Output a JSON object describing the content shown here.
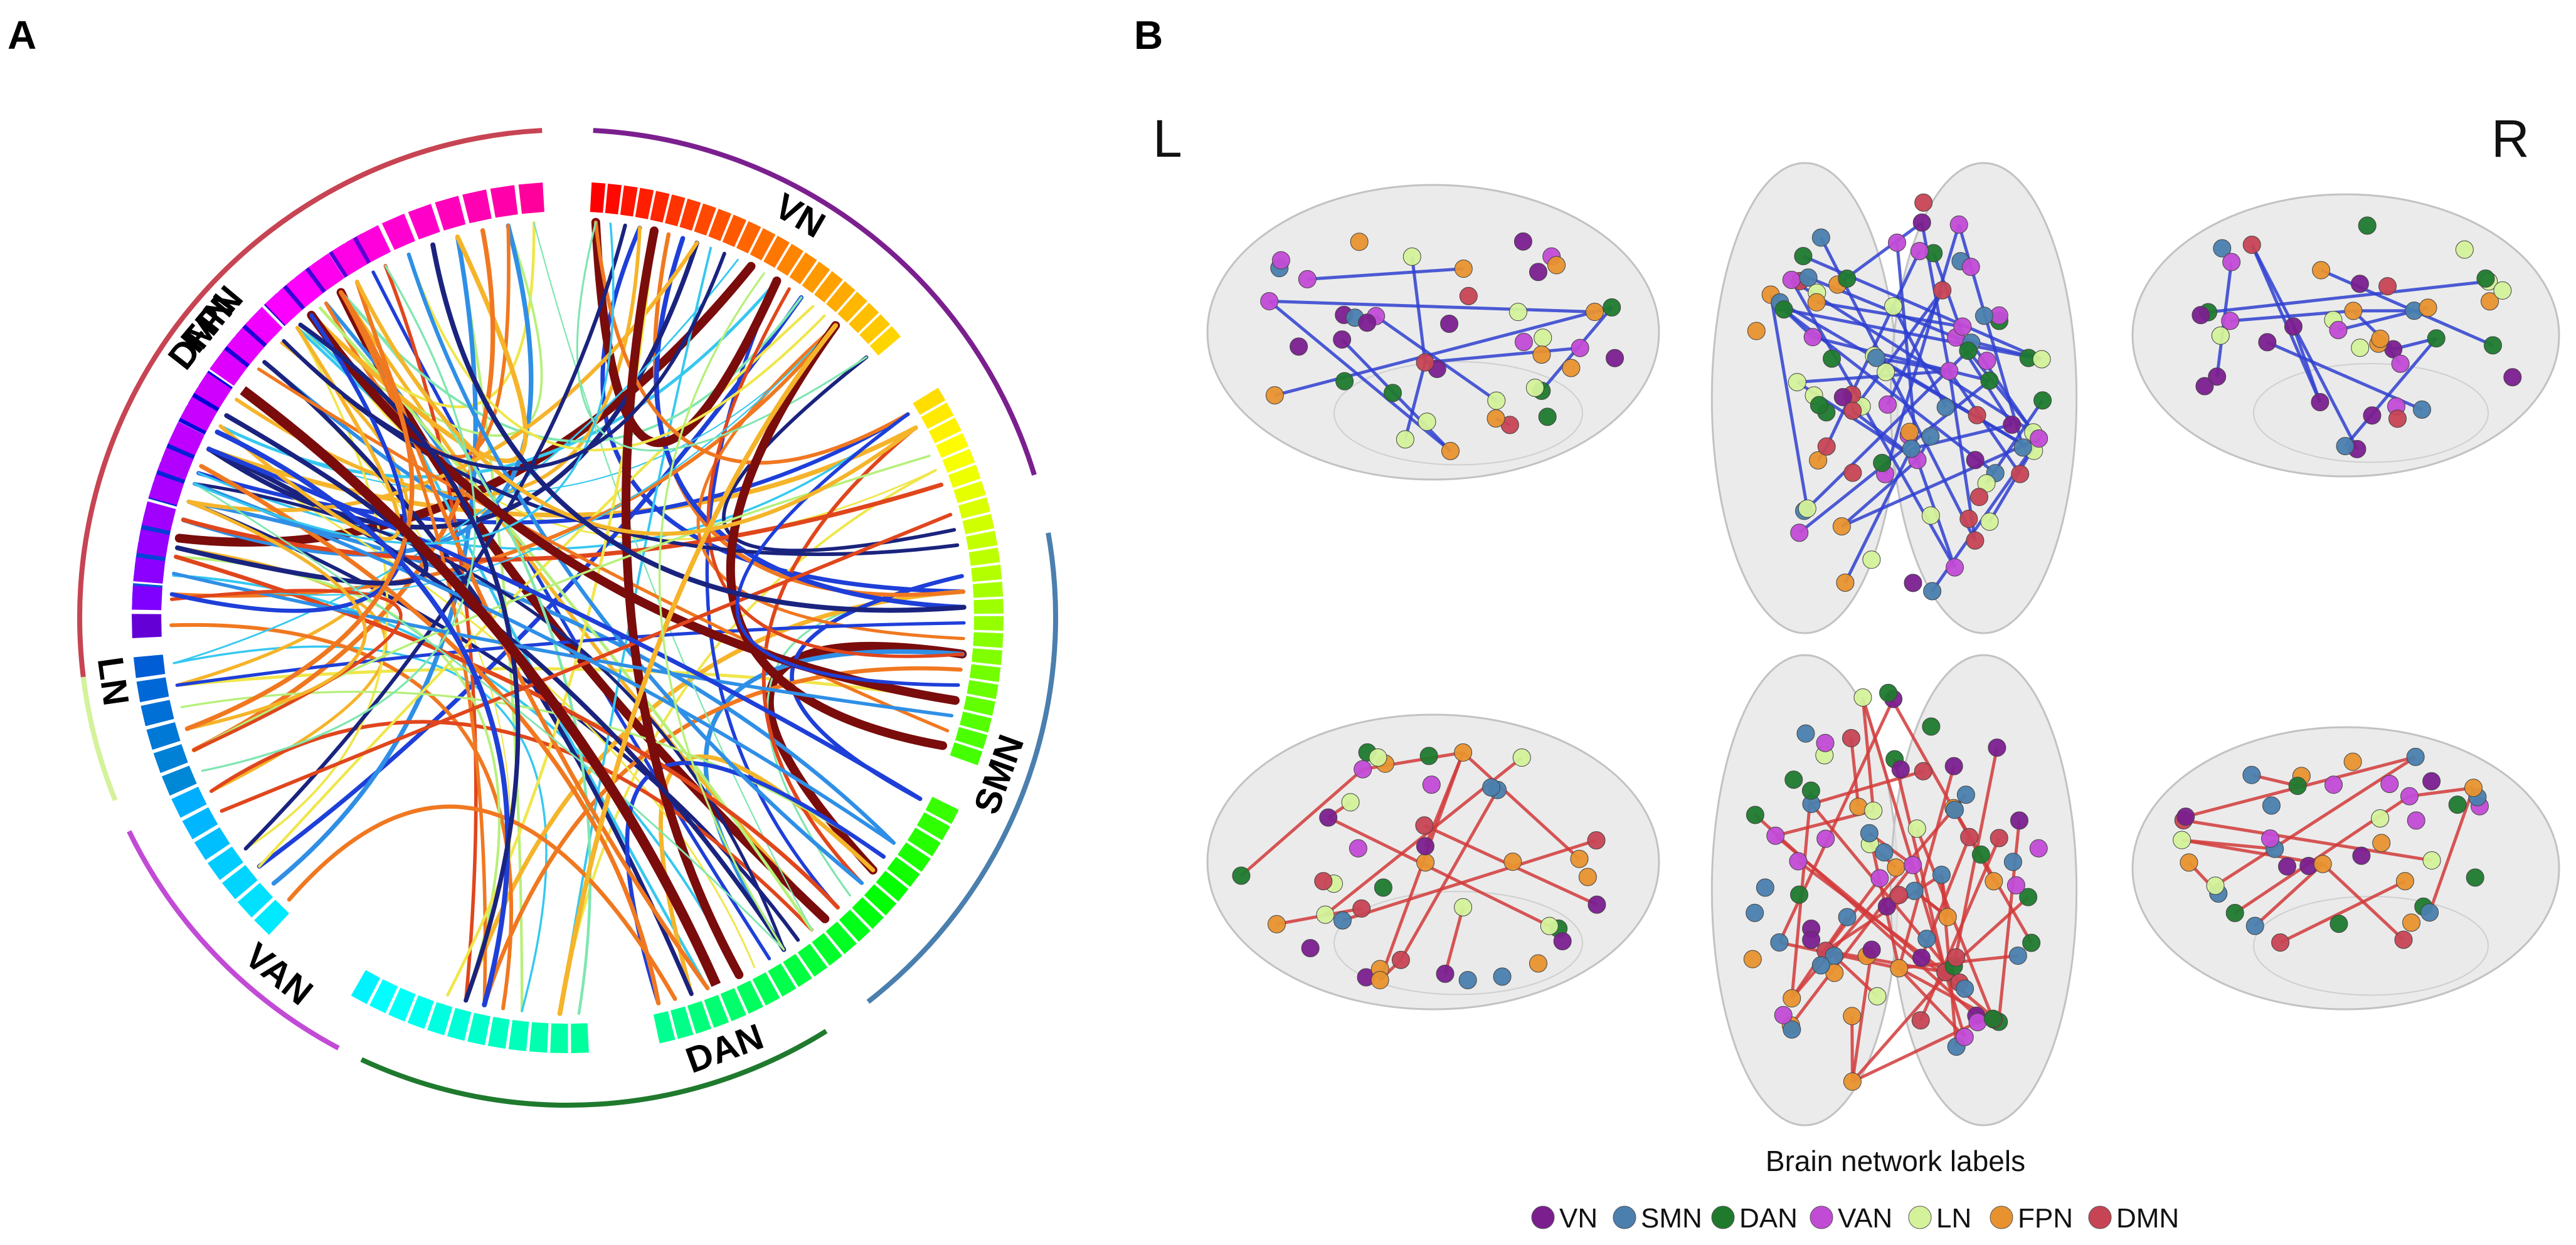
{
  "panels": {
    "a": {
      "letter": "A"
    },
    "b": {
      "letter": "B"
    }
  },
  "chord": {
    "networks": [
      {
        "key": "VN",
        "label": "VN",
        "color": "#7b1f8f"
      },
      {
        "key": "SMN",
        "label": "SMN",
        "color": "#4a7fae"
      },
      {
        "key": "DAN",
        "label": "DAN",
        "color": "#1f7a2e"
      },
      {
        "key": "VAN",
        "label": "VAN",
        "color": "#c24bd6"
      },
      {
        "key": "LN",
        "label": "LN",
        "color": "#d4f29a"
      },
      {
        "key": "FPN",
        "label": "FPN",
        "color": "#e8922f"
      },
      {
        "key": "DMN",
        "label": "DMN",
        "color": "#c74454"
      }
    ]
  },
  "brain": {
    "left_label": "L",
    "right_label": "R",
    "positive_edge_color": "#2f3fd0",
    "negative_edge_color": "#d23a3a"
  },
  "legend": {
    "title": "Brain network labels",
    "items": [
      {
        "label": "VN",
        "color": "#7b1f8f"
      },
      {
        "label": "SMN",
        "color": "#4a7fae"
      },
      {
        "label": "DAN",
        "color": "#1f7a2e"
      },
      {
        "label": "VAN",
        "color": "#c24bd6"
      },
      {
        "label": "LN",
        "color": "#d4f29a"
      },
      {
        "label": "FPN",
        "color": "#e8922f"
      },
      {
        "label": "DMN",
        "color": "#c74454"
      }
    ]
  }
}
